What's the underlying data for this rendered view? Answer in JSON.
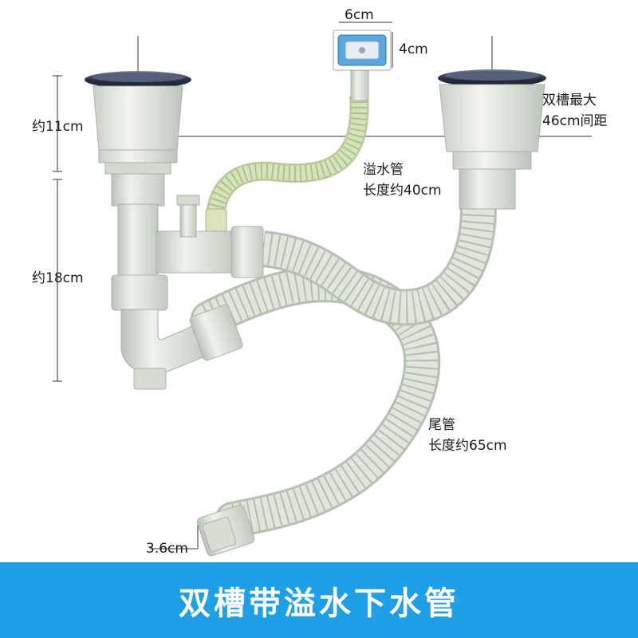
{
  "dimensions": {
    "overflow_width": "6cm",
    "overflow_height": "4cm",
    "strainer_height": "约11cm",
    "max_spacing_line1": "双槽最大",
    "max_spacing_line2": "46cm间距",
    "overflow_hose_line1": "溢水管",
    "overflow_hose_line2": "长度约40cm",
    "trap_height": "约18cm",
    "tail_hose_line1": "尾管",
    "tail_hose_line2": "长度约65cm",
    "outlet_diameter": "3.6cm"
  },
  "banner": {
    "title": "双槽带溢水下水管"
  },
  "colors": {
    "banner": "#1e9fe6",
    "pipe": "#dfe6dc",
    "overflow_hose": "#d3e2b8",
    "rim": "#2a3140"
  }
}
